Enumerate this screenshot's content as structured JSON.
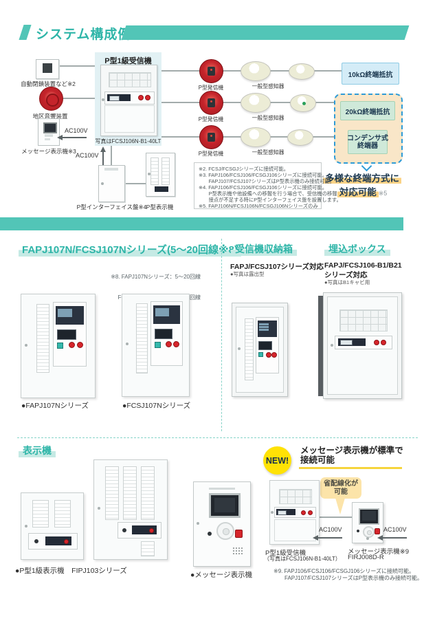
{
  "header": {
    "title": "システム構成例"
  },
  "diagram": {
    "receiver": {
      "title": "P型1級受信機",
      "caption": "写真はFCSJ106N-B1-40LT"
    },
    "devices": {
      "auto_close": "自動閉鎖装置など※2",
      "bell": "地区音響装置",
      "message_display": "メッセージ表示機※3",
      "interface": "P型インターフェイス盤※4",
      "p_display": "P型表示機"
    },
    "ac100v": "AC100V",
    "circuits": [
      {
        "transmitter": "P型発信機",
        "detector": "一般型感知器"
      },
      {
        "transmitter": "P型発信機",
        "detector": "一般型感知器"
      },
      {
        "transmitter": "P型発信機",
        "detector": "一般型感知器"
      }
    ],
    "terminators": {
      "r10k": "10kΩ終端抵抗",
      "r20k": "20kΩ終端抵抗",
      "condenser_line1": "コンデンサ式",
      "condenser_line2": "終端器"
    },
    "callout": {
      "line1": "多様な終端方式に",
      "line2": "対応可能",
      "note_ref": "※5"
    },
    "notes": [
      "※2. FCSJ/FCSGJシリーズに接続可能。",
      "※3. FAPJ106/FCSJ106/FCSGJ106シリーズに接続可能。",
      "　　FAPJ107/FCSJ107シリーズはP型表示機のみ接続可能。",
      "※4. FAPJ106/FCSJ106/FCSGJ106シリーズに接続可能。",
      "　　P型表示機や他設備への移報を行う場合で、受信機の移報",
      "　　接点が不足する時にP型インターフェイス盤を設置します。",
      "※5. FAPJ106N/FCSJ106N/FCSGJ106Nシリーズのみ"
    ]
  },
  "series_section": {
    "title": "FAPJ107N/FCSJ107Nシリーズ(5～20回線※8)",
    "note_line1": "※8. FAPJ107Nシリーズ：5～20回線",
    "note_line2": "FCSJ107Nシリーズ：10～20回線",
    "product1": "●FAPJ107Nシリーズ",
    "product2": "●FCSJ107Nシリーズ"
  },
  "storage_section": {
    "title": "受信機収納箱",
    "subtitle": "FAPJ/FCSJ107シリーズ対応",
    "note": "●写真は露出型"
  },
  "embedded_section": {
    "title": "埋込ボックス",
    "subtitle_line1": "FAPJ/FCSJ106-B1/B21",
    "subtitle_line2": "シリーズ対応",
    "note": "●写真はB1キャビ用"
  },
  "display_section": {
    "title": "表示機",
    "product1": "●P型1級表示機　FIPJ103シリーズ",
    "product2": "●メッセージ表示機"
  },
  "new_feature": {
    "badge": "NEW!",
    "headline_line1": "メッセージ表示機が標準で",
    "headline_line2": "接続可能",
    "bubble_line1": "省配線化が",
    "bubble_line2": "可能",
    "ac100v": "AC100V",
    "receiver_label": "P型1級受信機",
    "receiver_caption": "（写真はFCSJ106N-B1-40LT）",
    "display_label": "メッセージ表示機※9",
    "display_model": "FIRJ008D-R",
    "note_line1": "※9. FAPJ106/FCSJ106/FCSGJ106シリーズに接続可能。",
    "note_line2": "　　FAPJ107/FCSJ107シリーズはP型表示機のみ接続可能。"
  },
  "colors": {
    "teal": "#52c5b7",
    "pale_blue": "#e2f1f4",
    "blue_box": "#d4ecf7",
    "green_box": "#cfe9d9",
    "orange_bg": "#f9e6c8",
    "alarm_red": "#c5242b",
    "badge_yellow": "#ffe205",
    "highlight_yellow": "#fbd386"
  }
}
